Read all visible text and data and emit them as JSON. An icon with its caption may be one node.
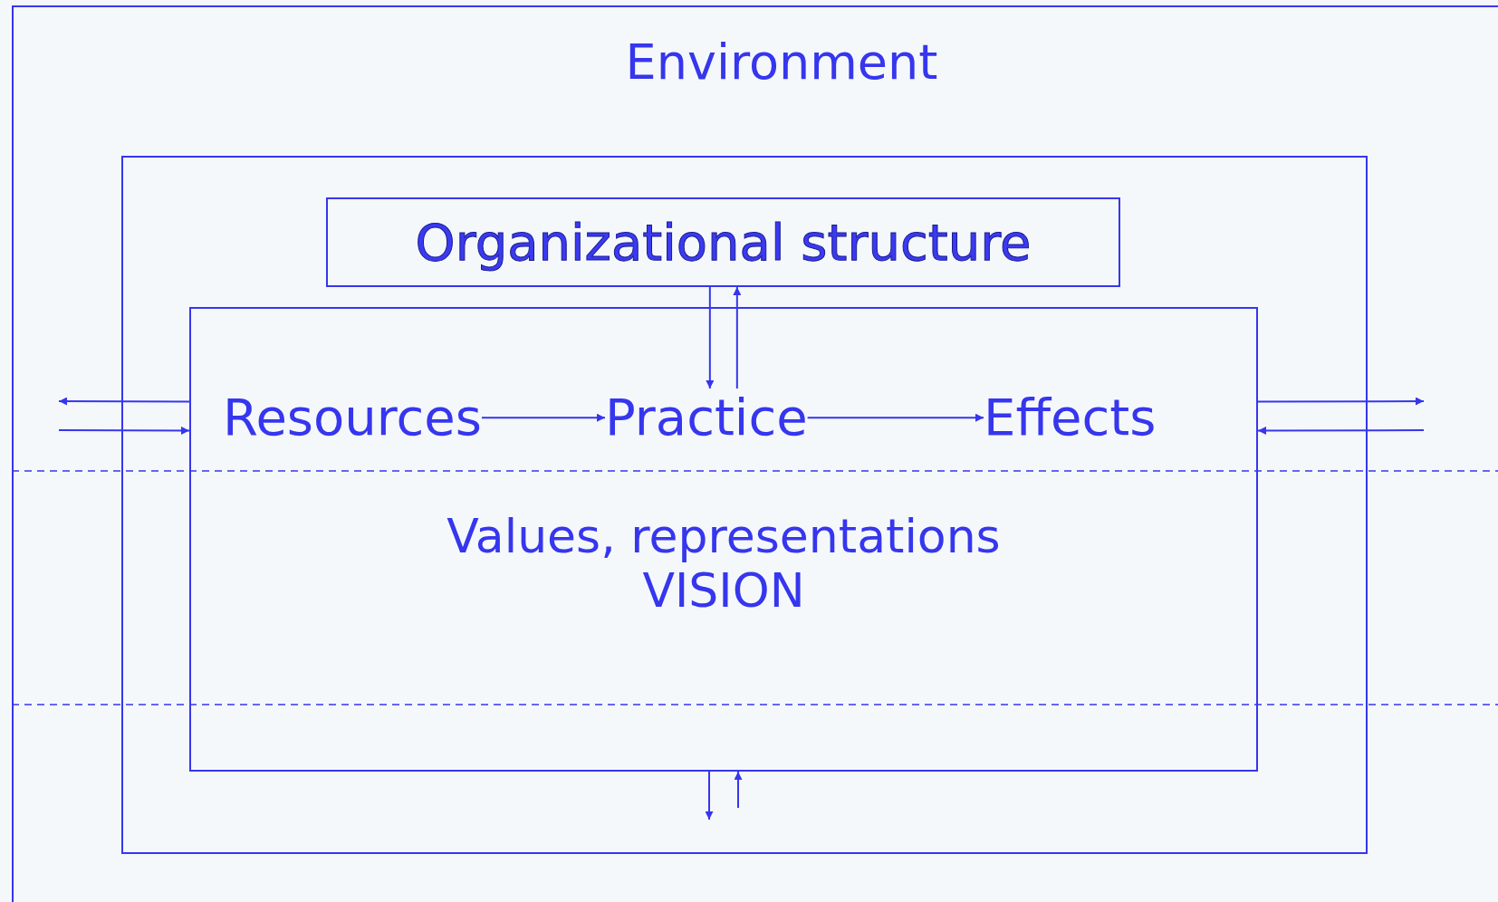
{
  "diagram": {
    "nodes": [
      {
        "text": [
          "Environment"
        ]
      },
      {
        "text": [],
        "shape": "box",
        "in": 0
      },
      {
        "text": [
          "Organizational structure"
        ],
        "in": 1
      },
      {
        "text": [
          "Values, representations VISION"
        ],
        "in": 1
      },
      {
        "text": [
          "Resources"
        ],
        "in": 3
      },
      {
        "text": [
          "Practice"
        ],
        "in": 3
      },
      {
        "text": [
          "Effects"
        ],
        "in": 3
      }
    ],
    "edges": [
      {
        "from": 4,
        "to": 5,
        "arrow": "to"
      },
      {
        "from": 5,
        "to": 6,
        "arrow": "to"
      },
      {
        "from": 2,
        "to": 5,
        "arrow": "to"
      },
      {
        "from": 5,
        "to": 2,
        "arrow": "to"
      },
      {
        "from": 3,
        "to": null,
        "arrow": "to"
      },
      {
        "from": null,
        "to": 3,
        "arrow": "to"
      },
      {
        "from": 3,
        "to": null,
        "arrow": "to"
      },
      {
        "from": null,
        "to": 3,
        "arrow": "to"
      },
      {
        "from": 3,
        "to": null,
        "arrow": "to"
      },
      {
        "from": null,
        "to": 3,
        "arrow": "to"
      }
    ]
  }
}
